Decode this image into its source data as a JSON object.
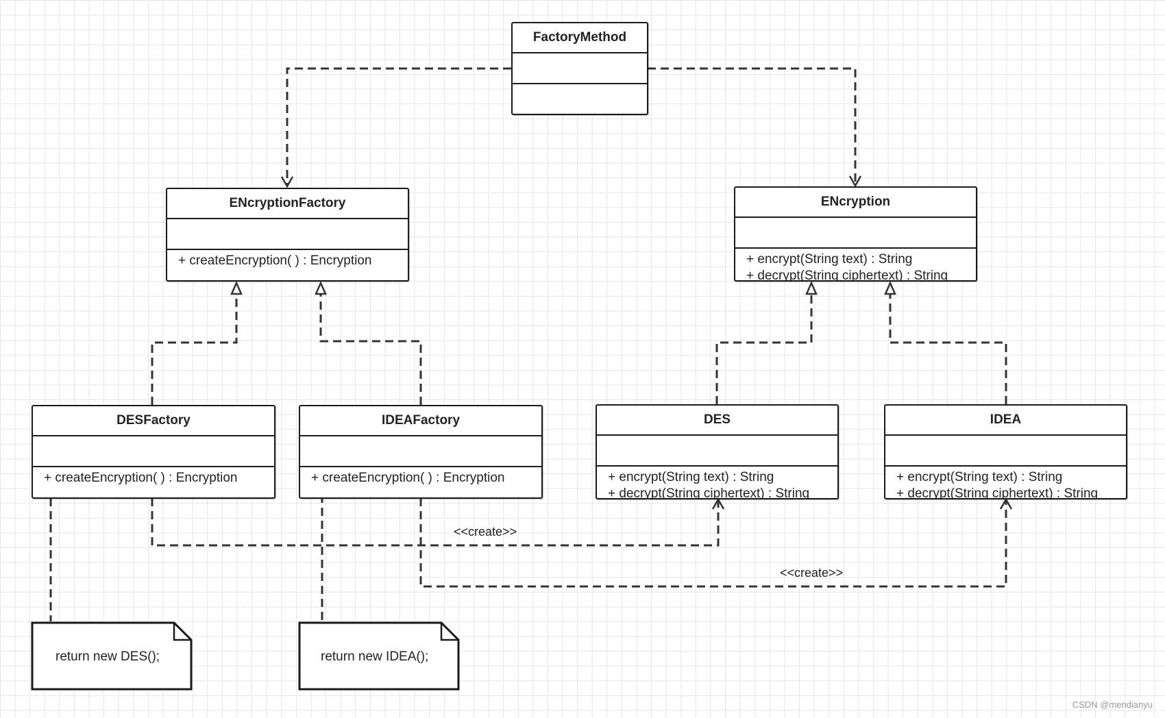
{
  "classes": {
    "factory_method": {
      "name": "FactoryMethod"
    },
    "encryption_factory": {
      "name": "ENcryptionFactory",
      "methods": [
        "+ createEncryption( ) : Encryption"
      ]
    },
    "encryption": {
      "name": "ENcryption",
      "methods": [
        "+ encrypt(String text) : String",
        "+ decrypt(String ciphertext) : String"
      ]
    },
    "des_factory": {
      "name": "DESFactory",
      "methods": [
        "+ createEncryption( ) : Encryption"
      ]
    },
    "idea_factory": {
      "name": "IDEAFactory",
      "methods": [
        "+ createEncryption( ) : Encryption"
      ]
    },
    "des": {
      "name": "DES",
      "methods": [
        "+ encrypt(String text) : String",
        "+ decrypt(String ciphertext) : String"
      ]
    },
    "idea": {
      "name": "IDEA",
      "methods": [
        "+ encrypt(String text) : String",
        "+ decrypt(String ciphertext) : String"
      ]
    }
  },
  "notes": {
    "des_note": "return new DES();",
    "idea_note": "return new IDEA();"
  },
  "stereotypes": {
    "create_des": "<<create>>",
    "create_idea": "<<create>>"
  },
  "watermark": "CSDN @mendianyu",
  "colors": {
    "line": "#333333",
    "grid": "#e6e6e6",
    "border": "#1a1a1a"
  }
}
